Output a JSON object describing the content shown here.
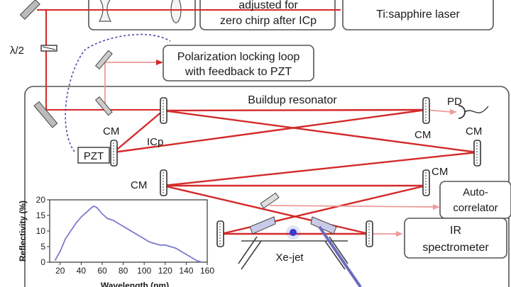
{
  "labels": {
    "stretcher_line1": "adjusted for",
    "stretcher_line2": "zero chirp after ICp",
    "laser_line1": "Ti:sapphire laser",
    "waveplate": "λ/2",
    "polarization_line1": "Polarization locking loop",
    "polarization_line2": "with feedback to PZT",
    "resonator": "Buildup resonator",
    "pd": "PD",
    "cm": "CM",
    "icp": "ICp",
    "pzt": "PZT",
    "autocorrelator_line1": "Auto-",
    "autocorrelator_line2": "correlator",
    "ir_line1": "IR",
    "ir_line2": "spectrometer",
    "xejet": "Xe-jet"
  },
  "colors": {
    "beam": "#d42a2a",
    "weak_beam": "#ee9a9a",
    "box": "#555555",
    "spectrum": "#7b7bd0",
    "feedback": "#4a4aa8"
  },
  "chart_data": {
    "type": "line",
    "ylabel": "Reflectivity (%)",
    "xlabel": "Wavelength (nm)",
    "xticks": [
      "20",
      "40",
      "60",
      "80",
      "100",
      "120",
      "140",
      "160"
    ],
    "yticks": [
      "0",
      "5",
      "10",
      "15",
      "20"
    ],
    "xlim": [
      10,
      160
    ],
    "ylim": [
      0,
      20
    ],
    "x": [
      15,
      20,
      25,
      30,
      35,
      40,
      45,
      50,
      52,
      55,
      60,
      65,
      70,
      75,
      80,
      85,
      90,
      95,
      100,
      105,
      110,
      115,
      120,
      125,
      130,
      135,
      140,
      145,
      150,
      155
    ],
    "y": [
      0.5,
      3.5,
      7.5,
      10,
      12.5,
      14.5,
      16,
      17.5,
      18,
      17.5,
      15.5,
      14,
      13.5,
      12.5,
      11.5,
      10.5,
      9.5,
      8.5,
      7.5,
      6.5,
      6,
      5.5,
      5.5,
      5,
      4.5,
      3.5,
      2.5,
      1.5,
      0.5,
      0
    ]
  }
}
